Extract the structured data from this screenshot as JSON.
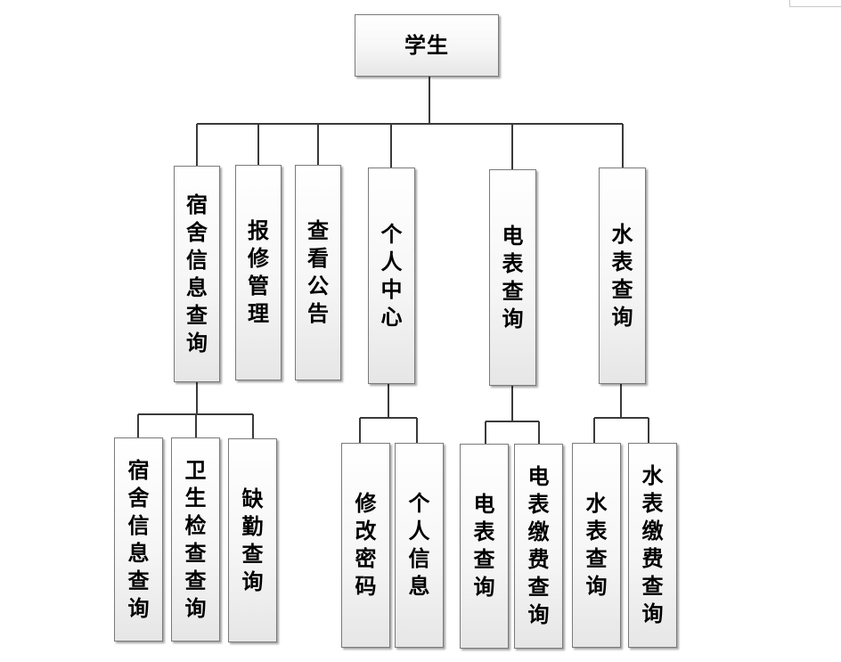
{
  "root": {
    "label": "学生"
  },
  "modules": {
    "dorm": {
      "label": "宿舍信息查询"
    },
    "repair": {
      "label": "报修管理"
    },
    "notice": {
      "label": "查看公告"
    },
    "center": {
      "label": "个人中心"
    },
    "elec": {
      "label": "电表查询"
    },
    "water": {
      "label": "水表查询"
    }
  },
  "submodules": {
    "dorm_info": {
      "label": "宿舍信息查询"
    },
    "hygiene": {
      "label": "卫生检查查询"
    },
    "absence": {
      "label": "缺勤查询"
    },
    "pwd": {
      "label": "修改密码"
    },
    "personal": {
      "label": "个人信息"
    },
    "elec_q": {
      "label": "电表查询"
    },
    "elec_pay": {
      "label": "电表缴费查询"
    },
    "water_q": {
      "label": "水表查询"
    },
    "water_pay": {
      "label": "水表缴费查询"
    }
  }
}
